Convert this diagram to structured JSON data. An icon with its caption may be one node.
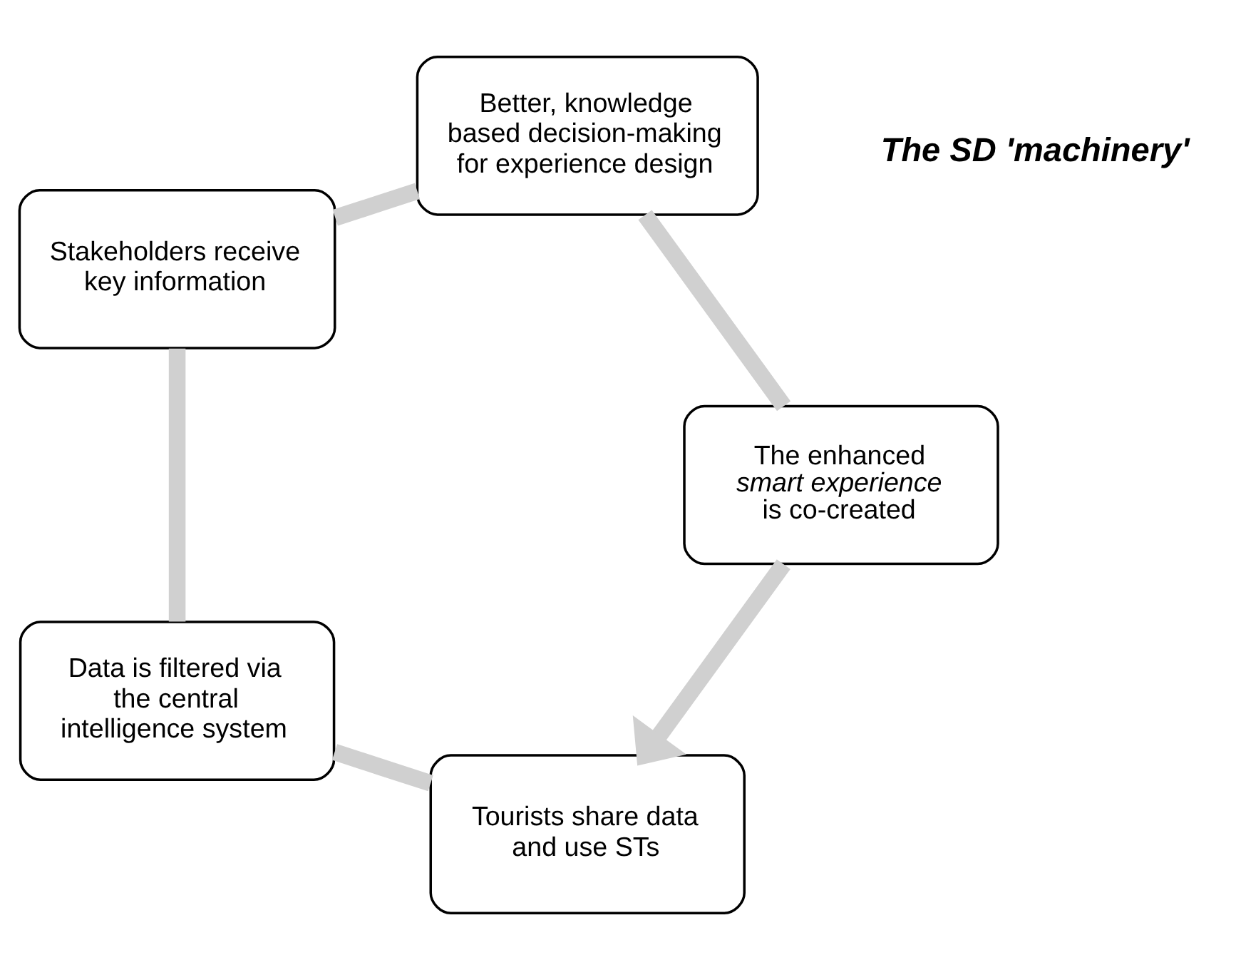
{
  "diagram": {
    "nodes": [
      {
        "text": [
          "Tourists share data and use STs"
        ]
      },
      {
        "text": [
          "Data is filtered via the central intelligence system"
        ]
      },
      {
        "text": [
          "Stakeholders receive key information"
        ]
      },
      {
        "text": [
          "Better, knowledge based decision-making for experience design"
        ]
      },
      {
        "text": [
          "The enhanced *smart experience* is co-created"
        ]
      }
    ],
    "edges": [
      {
        "from": 0,
        "to": 1,
        "arrow": "none",
        "color": "#d0d0d0"
      },
      {
        "from": 1,
        "to": 2,
        "arrow": "none",
        "color": "#d0d0d0"
      },
      {
        "from": 2,
        "to": 3,
        "arrow": "none",
        "color": "#d0d0d0"
      },
      {
        "from": 3,
        "to": 4,
        "arrow": "none",
        "color": "#d0d0d0"
      },
      {
        "from": 4,
        "to": 0,
        "arrow": "to",
        "color": "#d0d0d0"
      }
    ],
    "labels": [
      "The SD 'machinery'"
    ]
  }
}
